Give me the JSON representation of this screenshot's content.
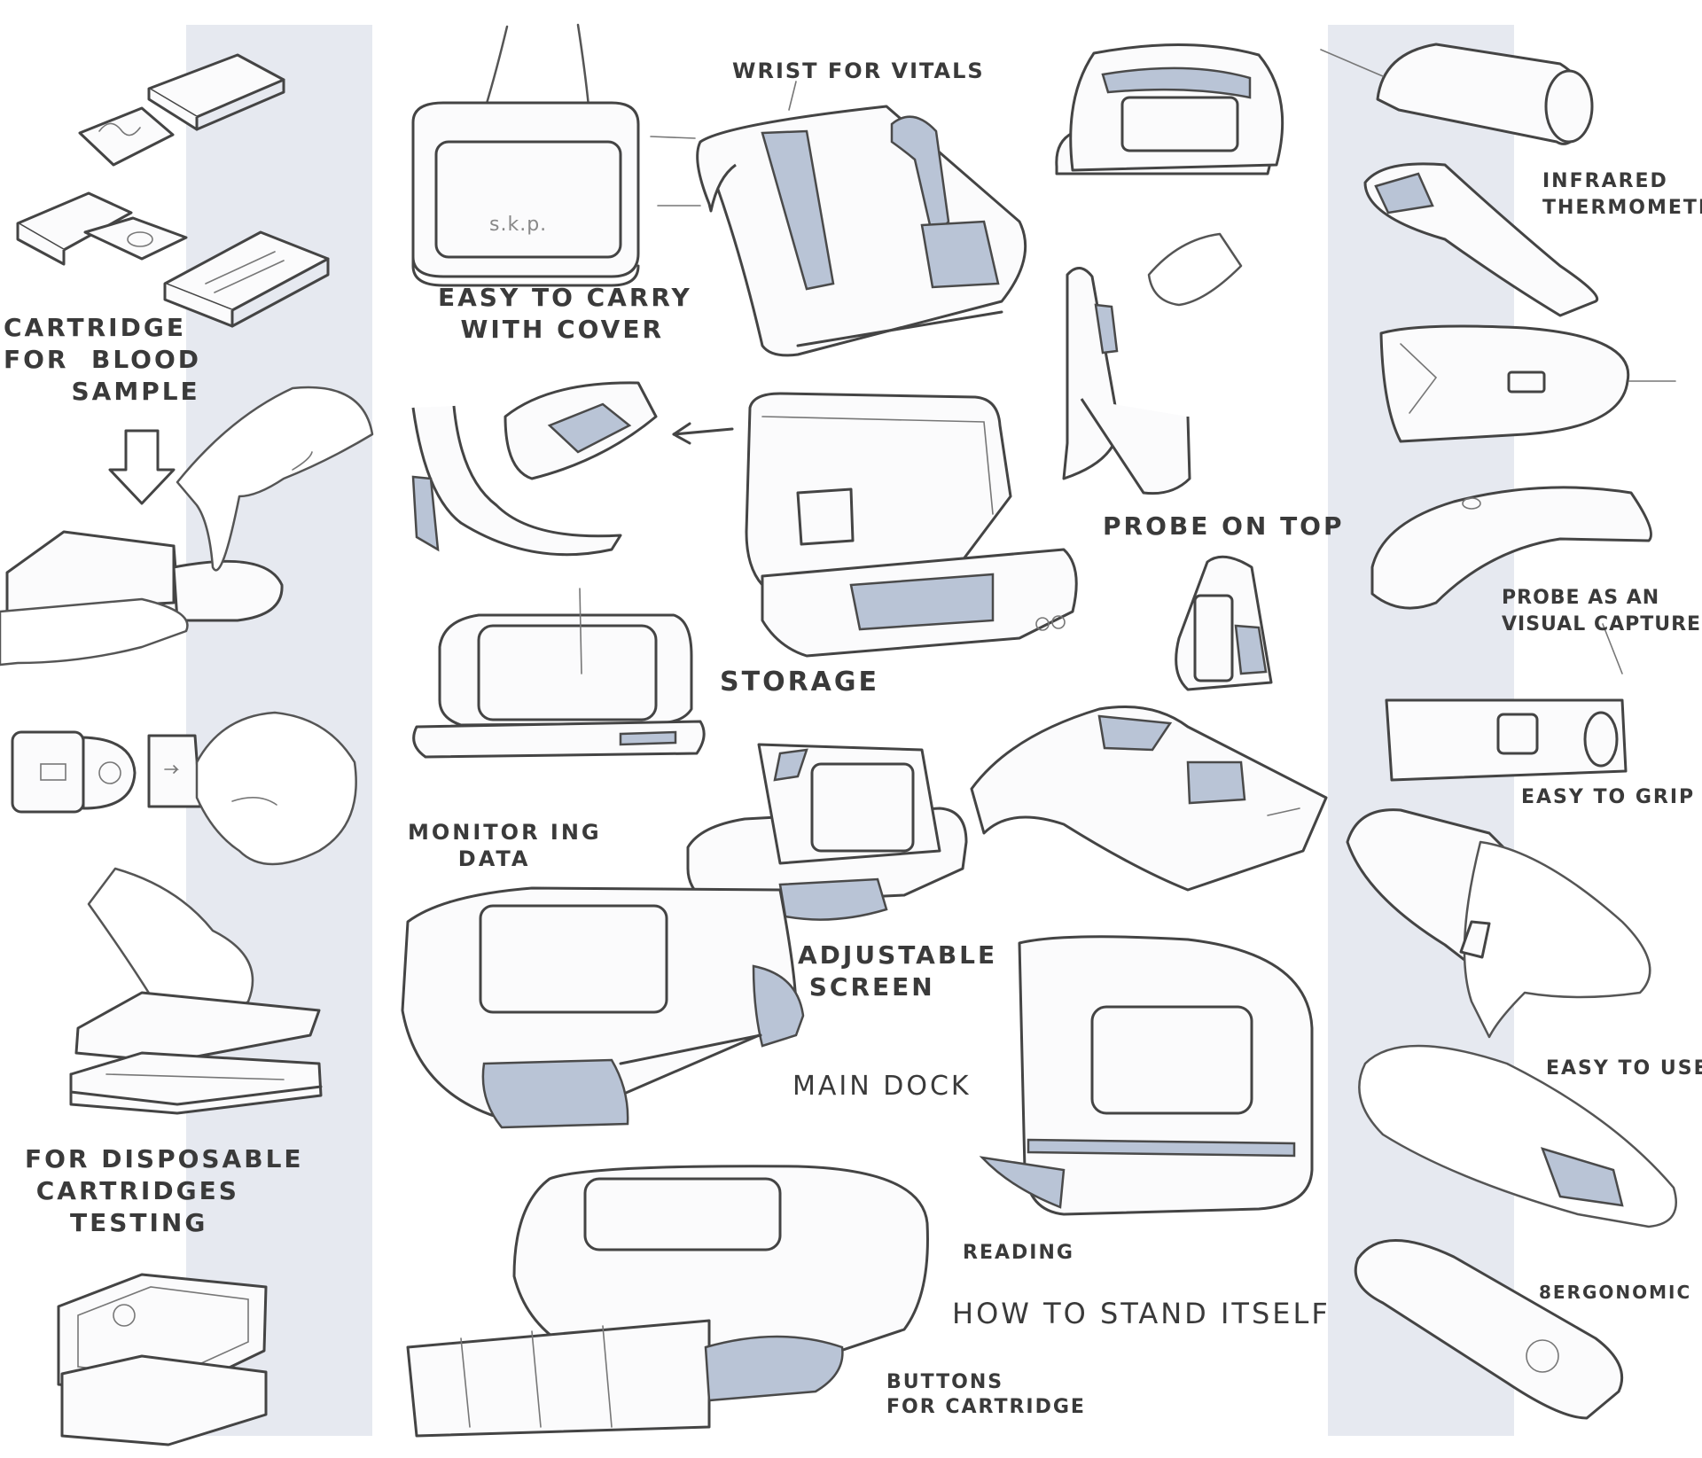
{
  "colors": {
    "background": "#ffffff",
    "band": "#e6e9f0",
    "accent": "#b9c4d6",
    "ink": "#3a3a3a"
  },
  "labels": {
    "cartridge_blood": "CARTRIDGE\nFOR  BLOOD\n      SAMPLE",
    "disposable": "FOR DISPOSABLE\n CARTRIDGES\n    TESTING",
    "easy_carry": "EASY TO CARRY\n  WITH COVER",
    "wrist": "WRIST FOR VITALS",
    "storage": "STORAGE",
    "monitoring": "MONITOR ING\n     DATA",
    "adjustable": "ADJUSTABLE\n SCREEN",
    "main_dock": "MAIN DOCK",
    "probe_top": "PROBE ON TOP",
    "reading": "READING",
    "stand_itself": "HOW TO STAND ITSELF",
    "buttons_cartridge": "BUTTONS\nFOR CARTRIDGE",
    "infrared": "INFRARED\nTHERMOMETER",
    "probe_visual": "PROBE AS AN\nVISUAL CAPTURE",
    "easy_grip": "EASY TO GRIP",
    "easy_use": "EASY TO USE",
    "ergonomic": "8ERGONOMIC",
    "skp": "s.k.p."
  }
}
